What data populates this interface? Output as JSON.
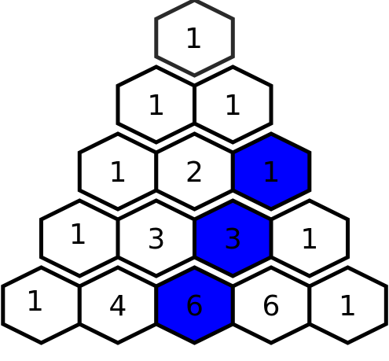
{
  "triangle": {
    "rows": [
      [
        {
          "value": "1",
          "highlighted": false
        }
      ],
      [
        {
          "value": "1",
          "highlighted": false
        },
        {
          "value": "1",
          "highlighted": false
        }
      ],
      [
        {
          "value": "1",
          "highlighted": false
        },
        {
          "value": "2",
          "highlighted": false
        },
        {
          "value": "1",
          "highlighted": true
        }
      ],
      [
        {
          "value": "1",
          "highlighted": false
        },
        {
          "value": "3",
          "highlighted": false
        },
        {
          "value": "3",
          "highlighted": true
        },
        {
          "value": "1",
          "highlighted": false
        }
      ],
      [
        {
          "value": "1",
          "highlighted": false
        },
        {
          "value": "4",
          "highlighted": false
        },
        {
          "value": "6",
          "highlighted": true
        },
        {
          "value": "6",
          "highlighted": false
        },
        {
          "value": "1",
          "highlighted": false
        }
      ]
    ]
  },
  "colors": {
    "cell_fill": "#ffffff",
    "highlight_fill": "#0000ff",
    "outline": "#000000",
    "apex_outline": "#2a2a2a",
    "text": "#000000"
  }
}
